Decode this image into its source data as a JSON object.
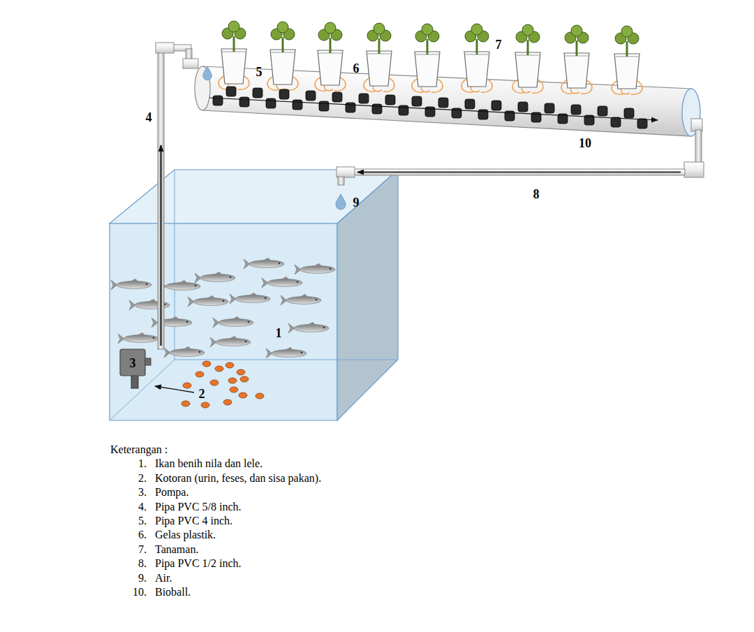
{
  "diagram": {
    "labels": [
      "1",
      "2",
      "3",
      "4",
      "5",
      "6",
      "7",
      "8",
      "9",
      "10",
      "Keterangan :",
      "1.",
      "Ikan benih nila dan lele.",
      "2.",
      "Kotoran (urin, feses, dan sisa pakan).",
      "3.",
      "Pompa.",
      "4.",
      "Pipa PVC 5/8 inch.",
      "5.",
      "Pipa PVC 4 inch.",
      "6.",
      "Gelas plastik.",
      "7.",
      "Tanaman.",
      "8.",
      "Pipa PVC 1/2 inch.",
      "9.",
      "Air.",
      "10.",
      "Bioball."
    ]
  }
}
